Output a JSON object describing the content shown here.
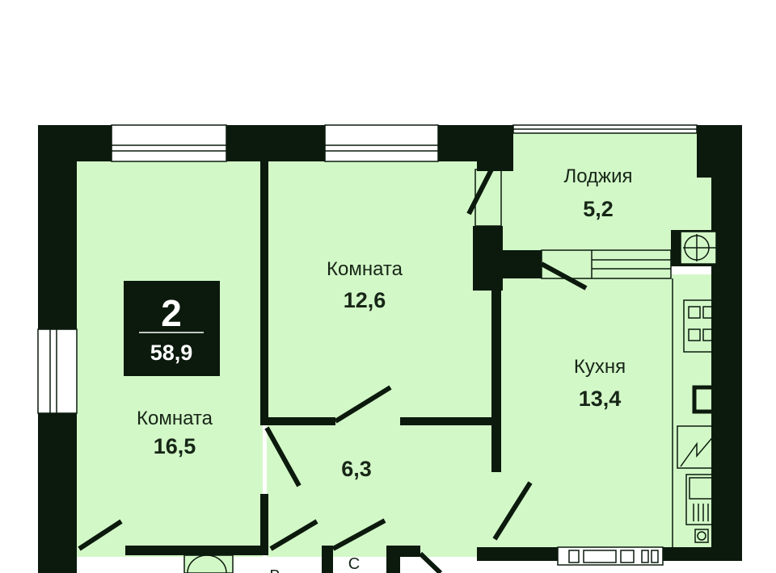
{
  "plan": {
    "rooms_count": "2",
    "total_area": "58,9",
    "rooms": [
      {
        "name": "Комната",
        "area": "16,5"
      },
      {
        "name": "Комната",
        "area": "12,6"
      },
      {
        "name": "Лоджия",
        "area": "5,2"
      },
      {
        "name": "Кухня",
        "area": "13,4"
      },
      {
        "name": "",
        "area": "6,3"
      }
    ],
    "small_labels": {
      "storage": "С",
      "bath": "В"
    }
  },
  "colors": {
    "wall": "#0b1a0d",
    "floor": "#d3f8c8"
  }
}
